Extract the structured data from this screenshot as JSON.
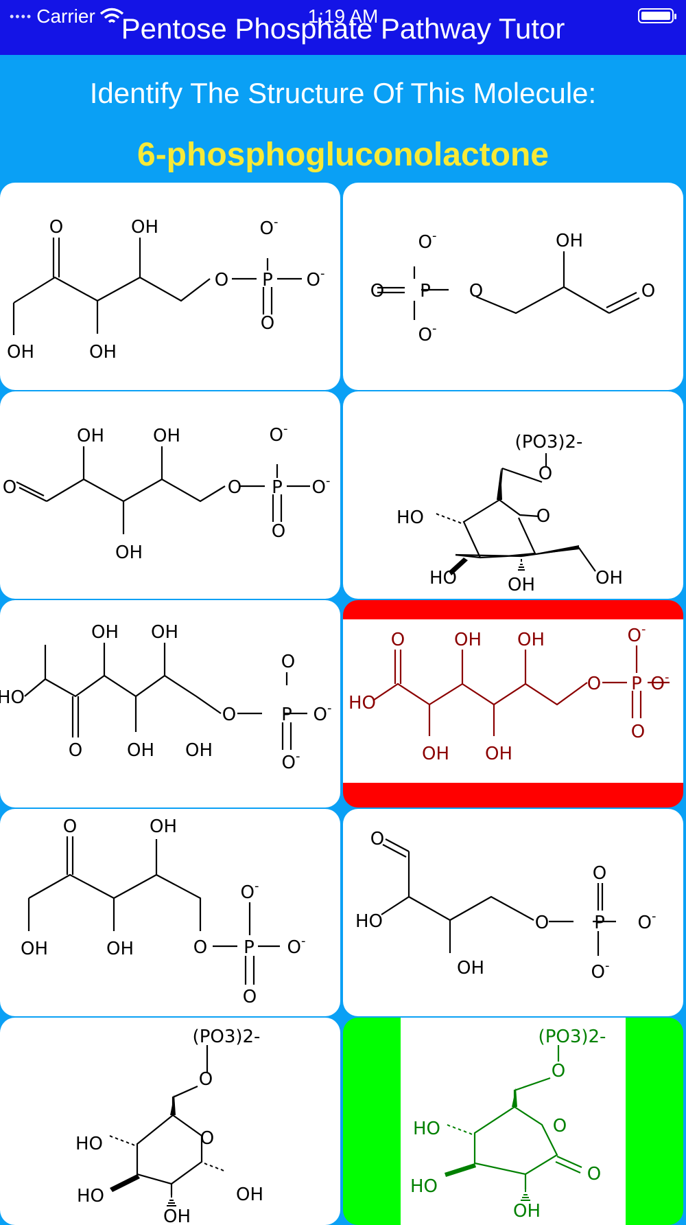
{
  "status_bar": {
    "carrier": "Carrier",
    "time": "1:19 AM"
  },
  "app": {
    "title": "Pentose Phosphate Pathway Tutor",
    "prompt": "Identify The Structure Of This Molecule:",
    "target_molecule": "6-phosphogluconolactone"
  },
  "colors": {
    "nav_bar": "#1414e6",
    "background": "#0aa0f5",
    "target_text": "#f7ea38",
    "wrong_highlight": "#ff0000",
    "correct_highlight": "#00ff00",
    "wrong_structure": "#8b0000",
    "correct_structure": "#008000"
  },
  "labels": {
    "O": "O",
    "OH": "OH",
    "HO": "HO",
    "P": "P",
    "Ominus": "O-",
    "PO3": "(PO3)2-"
  },
  "choices": [
    {
      "state": "default"
    },
    {
      "state": "default"
    },
    {
      "state": "default"
    },
    {
      "state": "default"
    },
    {
      "state": "default"
    },
    {
      "state": "incorrect"
    },
    {
      "state": "default"
    },
    {
      "state": "default"
    },
    {
      "state": "default"
    },
    {
      "state": "correct"
    }
  ]
}
